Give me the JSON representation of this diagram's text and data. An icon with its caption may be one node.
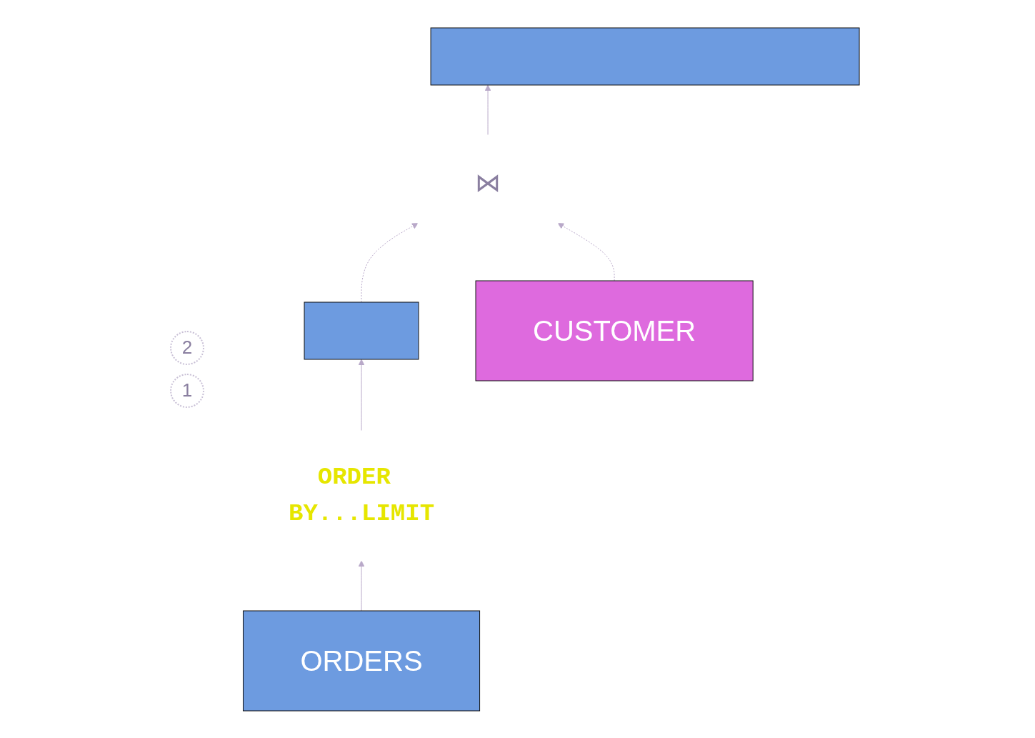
{
  "diagram": {
    "nodes": [
      {
        "text": [],
        "shape": "box"
      },
      {
        "text": [
          "⋈"
        ]
      },
      {
        "text": [],
        "shape": "box"
      },
      {
        "text": [
          "CUSTOMER"
        ]
      },
      {
        "text": [
          "ORDER BY...LIMIT"
        ]
      },
      {
        "text": [
          "ORDERS"
        ]
      }
    ],
    "edges": [
      {
        "from": 5,
        "to": 4,
        "arrow": "to"
      },
      {
        "from": 4,
        "to": 2,
        "arrow": "to"
      },
      {
        "from": 2,
        "to": 1,
        "arrow": "to",
        "style": "dashed"
      },
      {
        "from": 3,
        "to": 1,
        "arrow": "to",
        "style": "dashed"
      },
      {
        "from": 1,
        "to": 0,
        "arrow": "to"
      }
    ],
    "labels": [
      "2",
      "1"
    ]
  }
}
